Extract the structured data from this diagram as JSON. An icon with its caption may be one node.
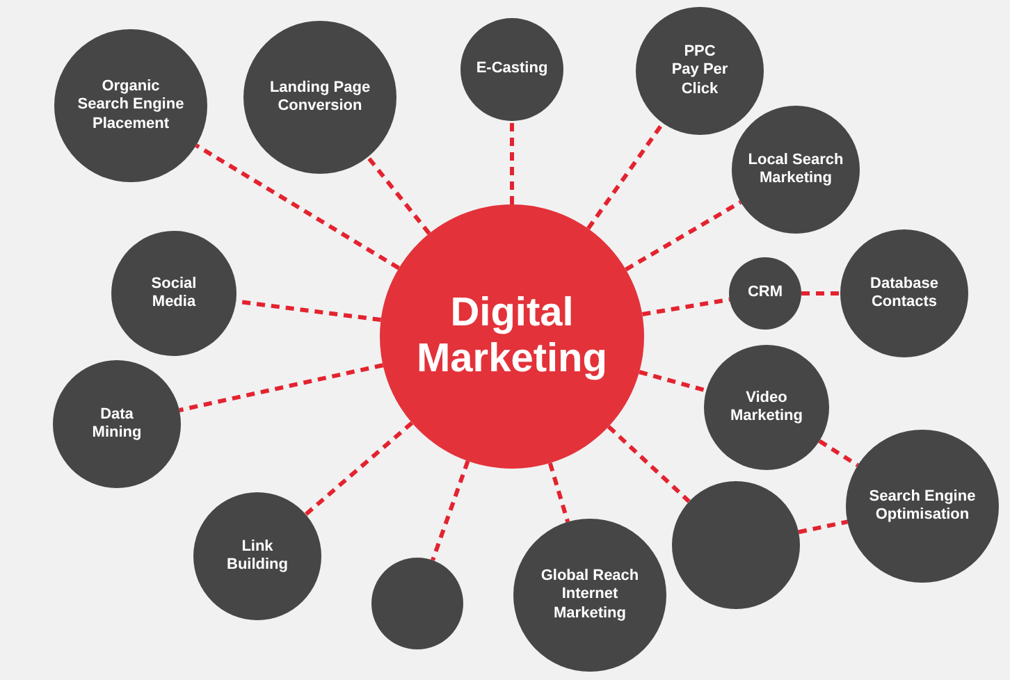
{
  "diagram": {
    "nodes": [
      {
        "text": [
          "Digital Marketing"
        ]
      },
      {
        "text": [
          "Organic Search Engine Placement"
        ]
      },
      {
        "text": [
          "Landing Page Conversion"
        ]
      },
      {
        "text": [
          "E-Casting"
        ]
      },
      {
        "text": [
          "PPC Pay Per Click"
        ]
      },
      {
        "text": [
          "Local Search Marketing"
        ]
      },
      {
        "text": [
          "Social Media"
        ]
      },
      {
        "text": [
          "CRM"
        ]
      },
      {
        "text": [
          "Database Contacts"
        ]
      },
      {
        "text": [
          "Data Mining"
        ]
      },
      {
        "text": [
          "Video Marketing"
        ]
      },
      {
        "text": [
          "Search Engine Optimisation"
        ]
      },
      {
        "text": [
          "Link Building"
        ]
      },
      {
        "text": [],
        "shape": "circle"
      },
      {
        "text": [
          "Global Reach Internet Marketing"
        ]
      },
      {
        "text": [],
        "shape": "circle"
      }
    ],
    "edges": [
      {
        "from": 0,
        "to": 1,
        "arrow": "none",
        "style": "dashed"
      },
      {
        "from": 0,
        "to": 2,
        "arrow": "none",
        "style": "dashed"
      },
      {
        "from": 0,
        "to": 3,
        "arrow": "none",
        "style": "dashed"
      },
      {
        "from": 0,
        "to": 4,
        "arrow": "none",
        "style": "dashed"
      },
      {
        "from": 0,
        "to": 5,
        "arrow": "none",
        "style": "dashed"
      },
      {
        "from": 0,
        "to": 6,
        "arrow": "none",
        "style": "dashed"
      },
      {
        "from": 0,
        "to": 7,
        "arrow": "none",
        "style": "dashed"
      },
      {
        "from": 7,
        "to": 8,
        "arrow": "none",
        "style": "dashed"
      },
      {
        "from": 0,
        "to": 9,
        "arrow": "none",
        "style": "dashed"
      },
      {
        "from": 0,
        "to": 10,
        "arrow": "none",
        "style": "dashed"
      },
      {
        "from": 10,
        "to": 11,
        "arrow": "none",
        "style": "dashed"
      },
      {
        "from": 0,
        "to": 12,
        "arrow": "none",
        "style": "dashed"
      },
      {
        "from": 0,
        "to": 13,
        "arrow": "none",
        "style": "dashed"
      },
      {
        "from": 0,
        "to": 14,
        "arrow": "none",
        "style": "dashed"
      },
      {
        "from": 0,
        "to": 15,
        "arrow": "none",
        "style": "dashed"
      },
      {
        "from": 15,
        "to": 11,
        "arrow": "none",
        "style": "dashed"
      }
    ]
  }
}
